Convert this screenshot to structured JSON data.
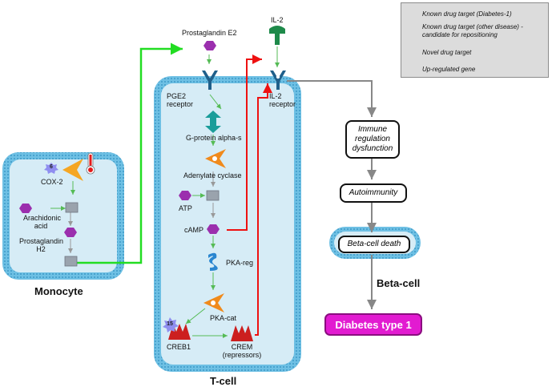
{
  "legend": {
    "known_target_diabetes": "Known drug target (Diabetes-1)",
    "known_target_other_line1": "Known drug target (other disease) -",
    "known_target_other_line2": "candidate for repositioning",
    "novel_target": "Novel drug target",
    "upregulated": "Up-regulated gene",
    "icons": [
      "cyan-star-icon",
      "purple-star-icon",
      "olive-star-icon",
      "thermometer-icon"
    ]
  },
  "cells": {
    "monocyte": "Monocyte",
    "tcell": "T-cell",
    "betacell": "Beta-cell"
  },
  "molecules": {
    "prostaglandin_e2": "Prostaglandin E2",
    "il2": "IL-2",
    "pge2_receptor_l1": "PGE2",
    "pge2_receptor_l2": "receptor",
    "il2_receptor_l1": "IL-2",
    "il2_receptor_l2": "receptor",
    "g_protein": "G-protein alpha-s",
    "adenylate_cyclase": "Adenylate cyclase",
    "atp": "ATP",
    "camp": "cAMP",
    "pka_reg": "PKA-reg",
    "pka_cat": "PKA-cat",
    "creb1": "CREB1",
    "crem_l1": "CREM",
    "crem_l2": "(repressors)",
    "cox2": "COX-2",
    "arachidonic_l1": "Arachidonic",
    "arachidonic_l2": "acid",
    "prostaglandin_h2_l1": "Prostaglandin",
    "prostaglandin_h2_l2": "H2"
  },
  "badges": {
    "cox2": "6",
    "creb1": "15"
  },
  "phenotypes": {
    "immune_l1": "Immune",
    "immune_l2": "regulation",
    "immune_l3": "dysfunction",
    "autoimmunity": "Autoimmunity",
    "beta_cell_death": "Beta-cell death"
  },
  "disease": "Diabetes type 1",
  "colors": {
    "green_arrow": "#22dd22",
    "red_arrow": "#ee1111",
    "gray_arrow": "#888888",
    "cell_border": "#5ab4dc",
    "cell_fill": "#d6ecf6",
    "molecule_purple": "#9b2fae",
    "disease_magenta": "#e21bd1"
  }
}
